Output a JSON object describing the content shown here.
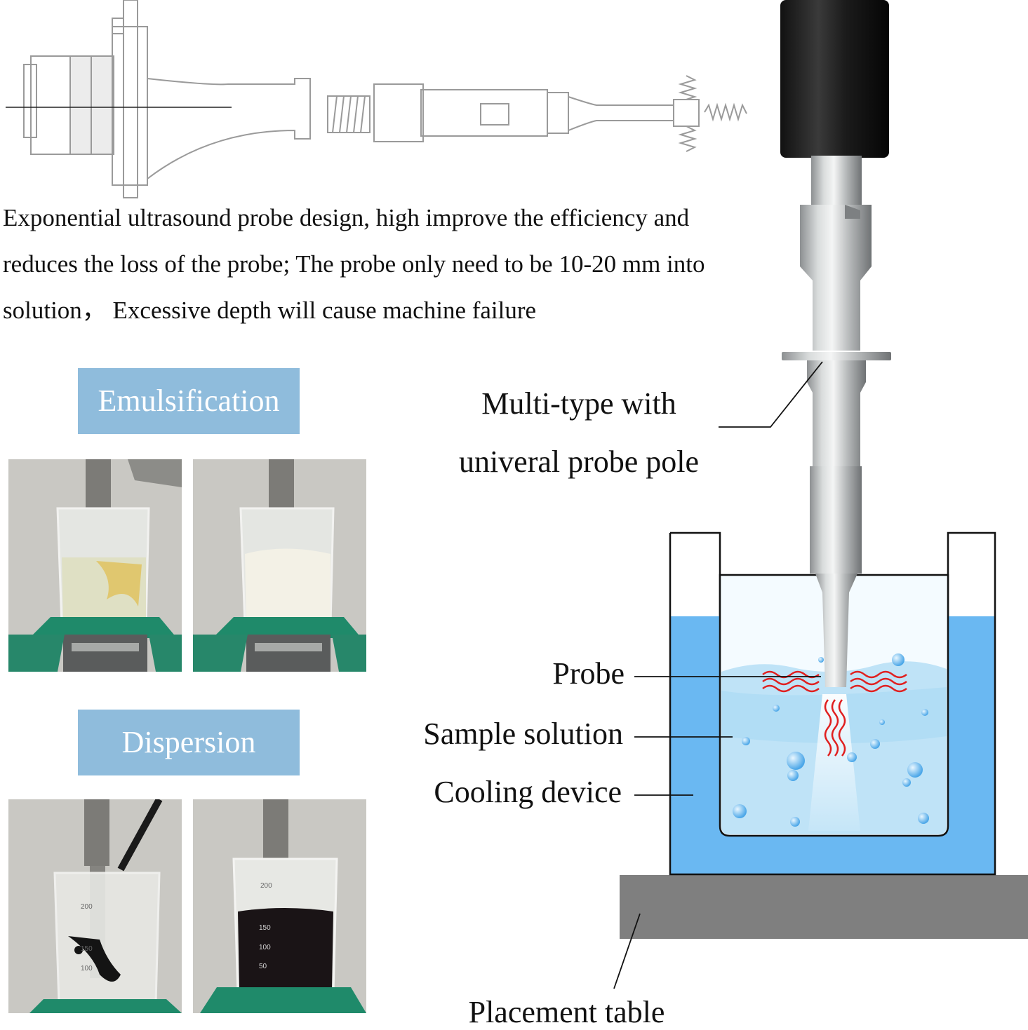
{
  "description": {
    "line1": "Exponential ultrasound probe design, high improve the efficiency and",
    "line2": "reduces the loss of the probe; The probe only need to be 10-20 mm into",
    "line3": "solution， Excessive depth will cause machine failure"
  },
  "sections": {
    "emulsification": "Emulsification",
    "dispersion": "Dispersion"
  },
  "callouts": {
    "probe_pole_line1": "Multi-type with",
    "probe_pole_line2": "univeral probe pole",
    "probe": "Probe",
    "sample_solution": "Sample solution",
    "cooling_device": "Cooling device",
    "placement_table": "Placement table"
  },
  "beaker_marks": {
    "photo3": [
      "200",
      "150",
      "100"
    ],
    "photo4": [
      "200",
      "150",
      "100",
      "50"
    ]
  },
  "colors": {
    "banner": "#8fbcdc",
    "cooling_water": "#6ab8f2",
    "sample_water": "#bfe3f7",
    "table": "#7f7f7f",
    "vibration_waves": "#e02020",
    "photo_bg": "#c9c8c3",
    "mat_green": "#1f8a6a"
  }
}
